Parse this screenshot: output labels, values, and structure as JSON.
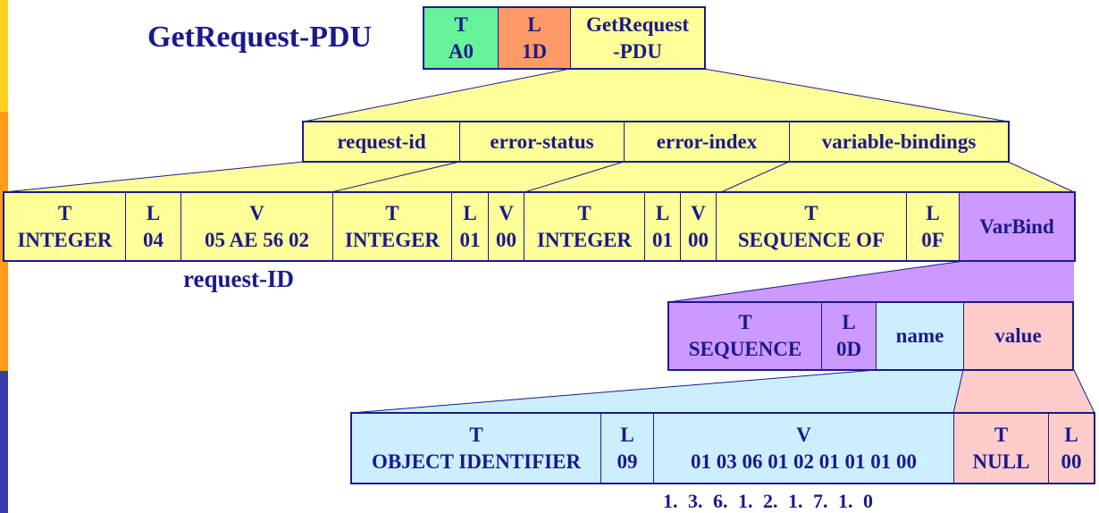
{
  "title": "GetRequest-PDU",
  "header_box": {
    "t": "T",
    "t_val": "A0",
    "l": "L",
    "l_val": "1D",
    "pdu_line1": "GetRequest",
    "pdu_line2": "-PDU"
  },
  "fields": [
    "request-id",
    "error-status",
    "error-index",
    "variable-bindings"
  ],
  "encoding_row": [
    {
      "top": "T",
      "bottom": "INTEGER"
    },
    {
      "top": "L",
      "bottom": "04"
    },
    {
      "top": "V",
      "bottom": "05 AE 56 02"
    },
    {
      "top": "T",
      "bottom": "INTEGER"
    },
    {
      "top": "L",
      "bottom": "01"
    },
    {
      "top": "V",
      "bottom": "00"
    },
    {
      "top": "T",
      "bottom": "INTEGER"
    },
    {
      "top": "L",
      "bottom": "01"
    },
    {
      "top": "V",
      "bottom": "00"
    },
    {
      "top": "T",
      "bottom": "SEQUENCE OF"
    },
    {
      "top": "L",
      "bottom": "0F"
    },
    {
      "label": "VarBind"
    }
  ],
  "request_id_caption": "request-ID",
  "varbind_row": [
    {
      "top": "T",
      "bottom": "SEQUENCE"
    },
    {
      "top": "L",
      "bottom": "0D"
    },
    {
      "label": "name"
    },
    {
      "label": "value"
    }
  ],
  "name_value_row": [
    {
      "top": "T",
      "bottom": "OBJECT IDENTIFIER"
    },
    {
      "top": "L",
      "bottom": "09"
    },
    {
      "top": "V",
      "bottom": "01 03 06 01 02 01 01 01 00"
    },
    {
      "top": "T",
      "bottom": "NULL"
    },
    {
      "top": "L",
      "bottom": "00"
    }
  ],
  "oid_decoded": "1. 3. 6. 1. 2. 1. 7. 1. 0",
  "colors": {
    "header_blue": "#1a1a8c",
    "yellow": "#ffff99",
    "green": "#66f29a",
    "orange": "#ff9966",
    "purple": "#cc99ff",
    "light_blue": "#cceeff",
    "pink": "#ffcccc"
  }
}
